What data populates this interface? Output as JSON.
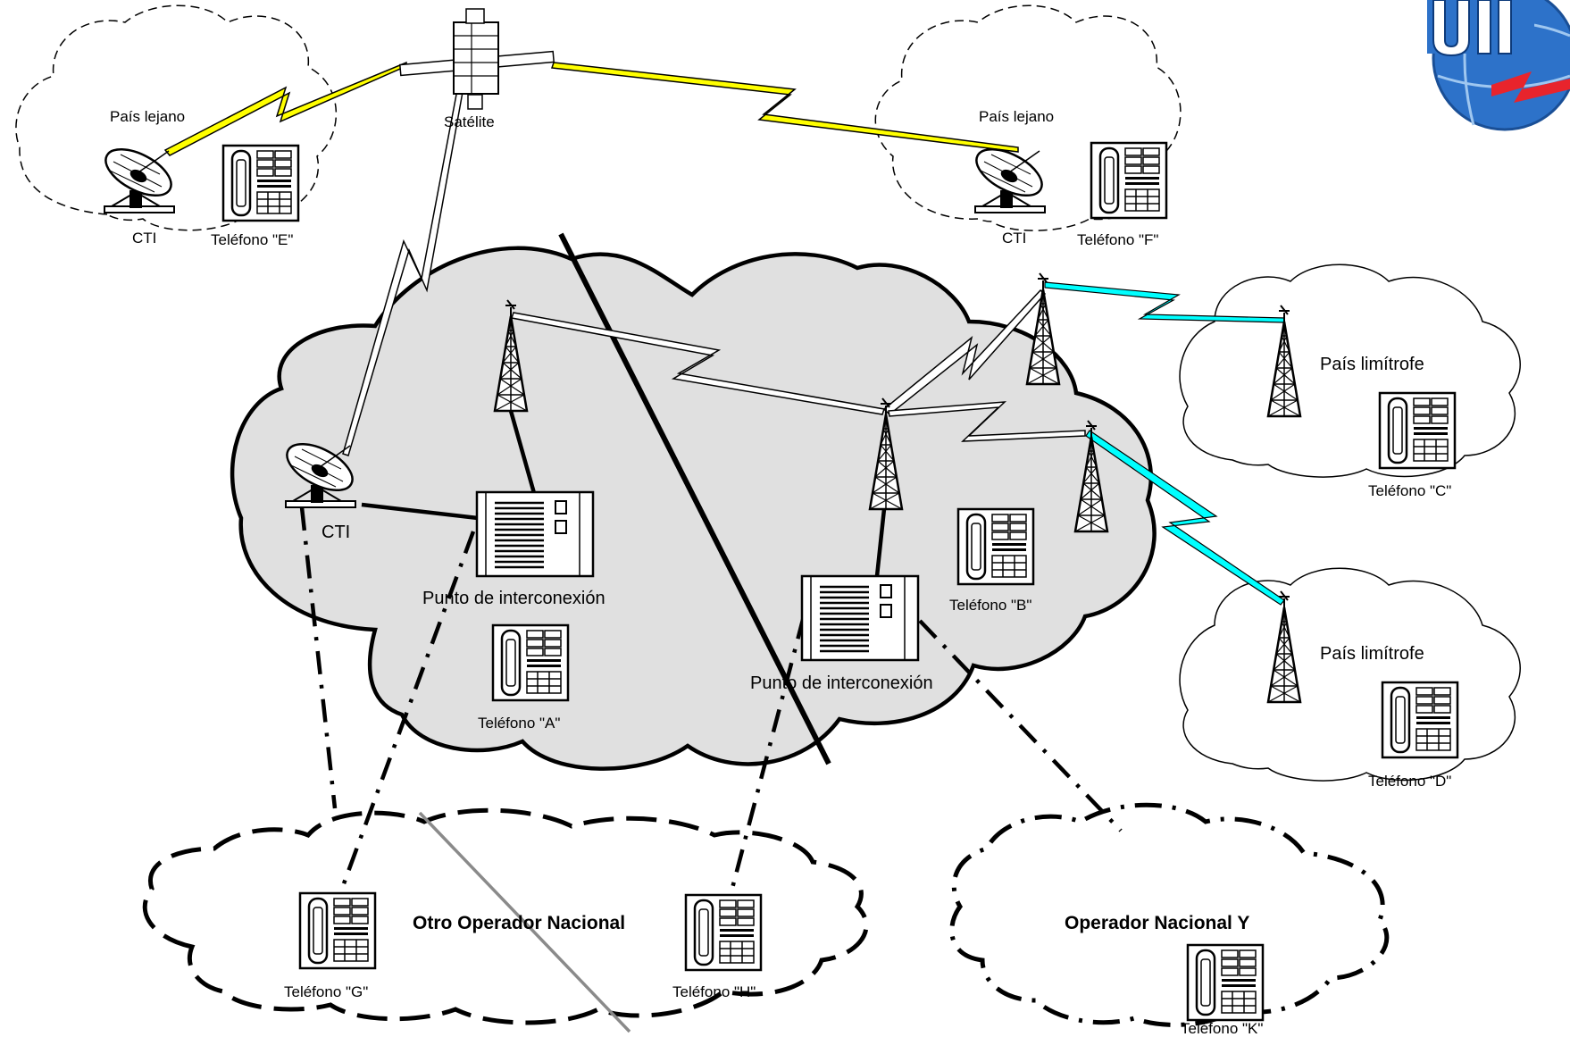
{
  "colors": {
    "main_cloud": "#e0e0e0",
    "satellite_link": "#ffff00",
    "neighbor_link": "#00ffff",
    "logo_blue": "#2d72c9",
    "logo_red": "#e8242c"
  },
  "far_countries": {
    "left": {
      "name": "País lejano",
      "station": "CTI",
      "phone": "Teléfono \"E\""
    },
    "right": {
      "name": "País lejano",
      "station": "CTI",
      "phone": "Teléfono  \"F\""
    }
  },
  "satellite": {
    "label": "Satélite"
  },
  "main_network": {
    "station": "CTI",
    "interconnection_left": "Punto de interconexión",
    "interconnection_right": "Punto de interconexión",
    "phone_a": "Teléfono  \"A\"",
    "phone_b": "Teléfono \"B\""
  },
  "neighbor_countries": {
    "top": {
      "name": "País limítrofe",
      "phone": "Teléfono \"C\""
    },
    "bottom": {
      "name": "País limítrofe",
      "phone": "Teléfono \"D\""
    }
  },
  "other_operator": {
    "name": "Otro Operador Nacional",
    "phone_g": "Teléfono \"G\"",
    "phone_h": "Teléfono \"H\""
  },
  "operator_y": {
    "name": "Operador Nacional Y",
    "phone_k": "Teléfono \"K\""
  },
  "logo": {
    "icon": "itu-logo"
  }
}
